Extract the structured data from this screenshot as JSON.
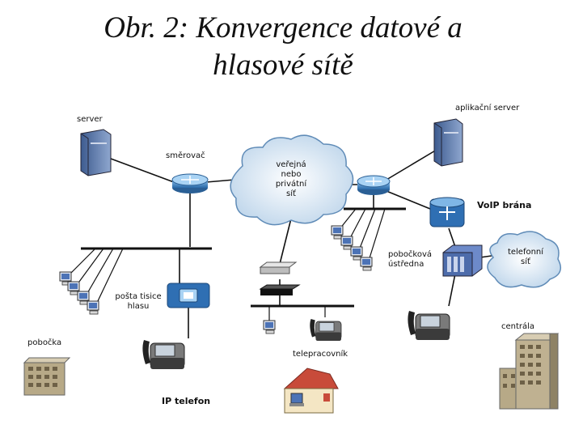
{
  "title": {
    "line1": "Obr. 2: Konvergence datové a",
    "line2": "hlasové sítě"
  },
  "labels": {
    "server": "server",
    "router_left": "směrovač",
    "cloud_line1": "veřejná",
    "cloud_line2": "nebo",
    "cloud_line3": "privátní",
    "cloud_line4": "síť",
    "app_server": "aplikační server",
    "voip_gateway": "VoIP brána",
    "pbx_line1": "pobočková",
    "pbx_line2": "ústředna",
    "phone_net_line1": "telefonní",
    "phone_net_line2": "síť",
    "voice_line1": "pošta tisice",
    "voice_line2": "hlasu",
    "ip_phone": "IP telefon",
    "branch": "pobočka",
    "teleworker": "telepracovník",
    "hq": "centrála"
  },
  "colors": {
    "router": "#3a7fc1",
    "cloud": "#cfe0f0",
    "server": "#4f6ea3",
    "building": "#b7a987",
    "house_roof": "#c84b3a"
  }
}
